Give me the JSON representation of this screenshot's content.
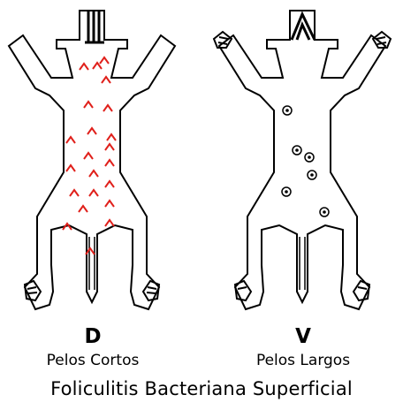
{
  "dorsal": {
    "letter": "D",
    "label": "Pelos Cortos",
    "marker": "short-hair-lesion-mark",
    "marker_color": "#e0201b",
    "marker_count": 22
  },
  "ventral": {
    "letter": "V",
    "label": "Pelos Largos",
    "marker": "circle-dot-lesion",
    "marker_color": "#000000",
    "marker_count": 6
  },
  "title": "Foliculitis Bacteriana Superficial",
  "outline_color": "#000000"
}
